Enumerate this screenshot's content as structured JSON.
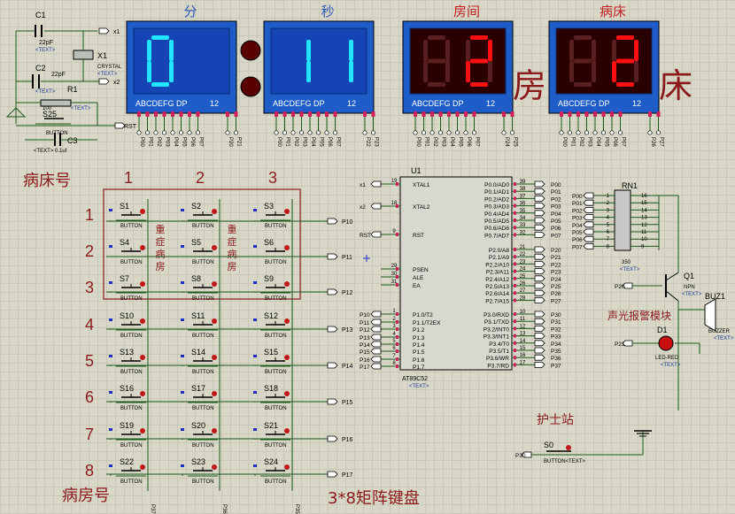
{
  "displays": [
    {
      "title": "分",
      "digits": [
        "0",
        ""
      ],
      "style": "blue",
      "side_label": ""
    },
    {
      "title": "秒",
      "digits": [
        "1",
        "1"
      ],
      "style": "blue",
      "side_label": ""
    },
    {
      "title": "房间",
      "digits": [
        "",
        "2"
      ],
      "style": "red",
      "side_label": "房"
    },
    {
      "title": "病床",
      "digits": [
        "",
        "2"
      ],
      "style": "red",
      "side_label": "床"
    }
  ],
  "display_caption": "ABCDEFG DP",
  "display_num": "12",
  "display_pins": [
    [
      "P00",
      "P01",
      "P02",
      "P03",
      "P04",
      "P05",
      "P06",
      "P07",
      "P20",
      "P21"
    ],
    [
      "P00",
      "P01",
      "P02",
      "P03",
      "P04",
      "P05",
      "P06",
      "P07",
      "P22",
      "P23"
    ],
    [
      "P00",
      "P01",
      "P02",
      "P03",
      "P04",
      "P05",
      "P06",
      "P07",
      "P24",
      "P25"
    ],
    [
      "P00",
      "P01",
      "P02",
      "P03",
      "P04",
      "P05",
      "P06",
      "P07",
      "P26",
      "P27"
    ]
  ],
  "osc": {
    "c1": "C1",
    "c1_val": "22pF",
    "c2": "C2",
    "c2_val": "22pF",
    "x1": "X1",
    "x1_type": "CRYSTAL",
    "text": "<TEXT>",
    "r1": "R1",
    "r1_val": "100",
    "s25": "S25",
    "s25_type": "BUTTON",
    "c3": "C3",
    "c3_val": "0.1uf",
    "rst": "RST",
    "net_x1": "x1",
    "net_x2": "x2"
  },
  "left_labels": {
    "bed_no": "病床号",
    "ward_no": "病房号",
    "matrix": "3*8矩阵键盘",
    "ward_heavy": "重症病房"
  },
  "col_numbers": [
    "1",
    "2",
    "3"
  ],
  "row_numbers": [
    "1",
    "2",
    "3",
    "4",
    "5",
    "6",
    "7",
    "8"
  ],
  "buttons": [
    "S1",
    "S2",
    "S3",
    "S4",
    "S5",
    "S6",
    "S7",
    "S8",
    "S9",
    "S10",
    "S11",
    "S12",
    "S13",
    "S14",
    "S15",
    "S16",
    "S17",
    "S18",
    "S19",
    "S20",
    "S21",
    "S22",
    "S23",
    "S24"
  ],
  "button_type": "BUTTON",
  "row_nets": [
    "P10",
    "P11",
    "P12",
    "P13",
    "P14",
    "P15",
    "P16",
    "P17"
  ],
  "col_nets": [
    "P37",
    "P36",
    "P35"
  ],
  "mcu": {
    "name": "U1",
    "type": "AT89C52",
    "text": "<TEXT>",
    "left_pins": [
      {
        "num": "19",
        "name": "XTAL1",
        "net": "x1"
      },
      {
        "num": "18",
        "name": "XTAL2",
        "net": "x2"
      },
      {
        "num": "9",
        "name": "RST",
        "net": "RST"
      },
      {
        "num": "29",
        "name": "PSEN",
        "net": ""
      },
      {
        "num": "30",
        "name": "ALE",
        "net": ""
      },
      {
        "num": "31",
        "name": "EA",
        "net": ""
      },
      {
        "num": "1",
        "name": "P1.0/T2",
        "net": "P10"
      },
      {
        "num": "2",
        "name": "P1.1/T2EX",
        "net": "P11"
      },
      {
        "num": "3",
        "name": "P1.2",
        "net": "P12"
      },
      {
        "num": "4",
        "name": "P1.3",
        "net": "P13"
      },
      {
        "num": "5",
        "name": "P1.4",
        "net": "P14"
      },
      {
        "num": "6",
        "name": "P1.5",
        "net": "P15"
      },
      {
        "num": "7",
        "name": "P1.6",
        "net": "P16"
      },
      {
        "num": "8",
        "name": "P1.7",
        "net": "P17"
      }
    ],
    "right_pins": [
      {
        "num": "39",
        "name": "P0.0/AD0",
        "net": "P00"
      },
      {
        "num": "38",
        "name": "P0.1/AD1",
        "net": "P01"
      },
      {
        "num": "37",
        "name": "P0.2/AD2",
        "net": "P02"
      },
      {
        "num": "36",
        "name": "P0.3/AD3",
        "net": "P03"
      },
      {
        "num": "35",
        "name": "P0.4/AD4",
        "net": "P04"
      },
      {
        "num": "34",
        "name": "P0.5/AD5",
        "net": "P05"
      },
      {
        "num": "33",
        "name": "P0.6/AD6",
        "net": "P06"
      },
      {
        "num": "32",
        "name": "P0.7/AD7",
        "net": "P07"
      },
      {
        "num": "21",
        "name": "P2.0/A8",
        "net": "P20"
      },
      {
        "num": "22",
        "name": "P2.1/A9",
        "net": "P21"
      },
      {
        "num": "23",
        "name": "P2.2/A10",
        "net": "P22"
      },
      {
        "num": "24",
        "name": "P2.3/A11",
        "net": "P23"
      },
      {
        "num": "25",
        "name": "P2.4/A12",
        "net": "P24"
      },
      {
        "num": "26",
        "name": "P2.5/A13",
        "net": "P25"
      },
      {
        "num": "27",
        "name": "P2.6/A14",
        "net": "P26"
      },
      {
        "num": "28",
        "name": "P2.7/A15",
        "net": "P27"
      },
      {
        "num": "10",
        "name": "P3.0/RXD",
        "net": "P30"
      },
      {
        "num": "11",
        "name": "P3.1/TXD",
        "net": "P31"
      },
      {
        "num": "12",
        "name": "P3.2/INT0",
        "net": "P32"
      },
      {
        "num": "13",
        "name": "P3.3/INT1",
        "net": "P33"
      },
      {
        "num": "14",
        "name": "P3.4/T0",
        "net": "P34"
      },
      {
        "num": "15",
        "name": "P3.5/T1",
        "net": "P35"
      },
      {
        "num": "16",
        "name": "P3.6/WR",
        "net": "P36"
      },
      {
        "num": "17",
        "name": "P3.7/RD",
        "net": "P37"
      }
    ]
  },
  "rn1": {
    "name": "RN1",
    "value": "350",
    "text": "<TEXT>",
    "left_pins": [
      "1",
      "2",
      "3",
      "4",
      "5",
      "6",
      "7",
      "8"
    ],
    "right_pins": [
      "16",
      "15",
      "14",
      "13",
      "12",
      "11",
      "10",
      "9"
    ],
    "nets": [
      "P00",
      "P01",
      "P02",
      "P03",
      "P04",
      "P05",
      "P06",
      "P07"
    ]
  },
  "q1": {
    "name": "Q1",
    "type": "NPN",
    "text": "<TEXT>",
    "net": "P20"
  },
  "buzzer": {
    "name": "BUZ1",
    "type": "BUZZER",
    "text": "<TEXT>",
    "label": "声光报警模块"
  },
  "led": {
    "name": "D1",
    "type": "LED-RED",
    "text": "<TEXT>",
    "net": "P21"
  },
  "nurse": {
    "label": "护士站",
    "button": "S0",
    "type": "BUTTON",
    "text": "<TEXT>",
    "net": "P30"
  }
}
